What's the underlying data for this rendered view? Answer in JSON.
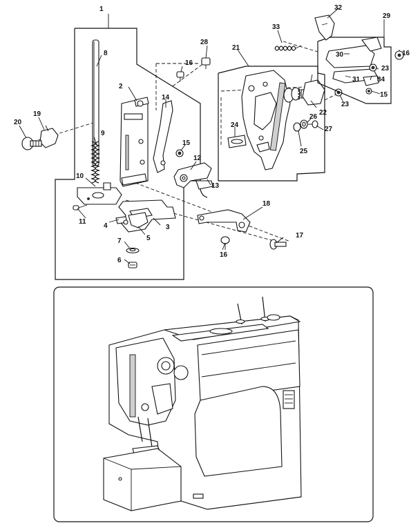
{
  "callouts": [
    {
      "id": "c1",
      "label": "1"
    },
    {
      "id": "c2",
      "label": "2"
    },
    {
      "id": "c3",
      "label": "3"
    },
    {
      "id": "c4",
      "label": "4"
    },
    {
      "id": "c5",
      "label": "5"
    },
    {
      "id": "c6",
      "label": "6"
    },
    {
      "id": "c7",
      "label": "7"
    },
    {
      "id": "c8",
      "label": "8"
    },
    {
      "id": "c9",
      "label": "9"
    },
    {
      "id": "c10",
      "label": "10"
    },
    {
      "id": "c11",
      "label": "11"
    },
    {
      "id": "c12",
      "label": "12"
    },
    {
      "id": "c13",
      "label": "13"
    },
    {
      "id": "c14",
      "label": "14"
    },
    {
      "id": "c15a",
      "label": "15"
    },
    {
      "id": "c15b",
      "label": "15"
    },
    {
      "id": "c16a",
      "label": "16"
    },
    {
      "id": "c16b",
      "label": "16"
    },
    {
      "id": "c16c",
      "label": "16"
    },
    {
      "id": "c17",
      "label": "17"
    },
    {
      "id": "c18",
      "label": "18"
    },
    {
      "id": "c19",
      "label": "19"
    },
    {
      "id": "c20",
      "label": "20"
    },
    {
      "id": "c21",
      "label": "21"
    },
    {
      "id": "c22",
      "label": "22"
    },
    {
      "id": "c23a",
      "label": "23"
    },
    {
      "id": "c23b",
      "label": "23"
    },
    {
      "id": "c24",
      "label": "24"
    },
    {
      "id": "c25",
      "label": "25"
    },
    {
      "id": "c26",
      "label": "26"
    },
    {
      "id": "c27",
      "label": "27"
    },
    {
      "id": "c28",
      "label": "28"
    },
    {
      "id": "c29",
      "label": "29"
    },
    {
      "id": "c30",
      "label": "30"
    },
    {
      "id": "c31",
      "label": "31"
    },
    {
      "id": "c32",
      "label": "32"
    },
    {
      "id": "c33",
      "label": "33"
    },
    {
      "id": "c34",
      "label": "34"
    }
  ]
}
